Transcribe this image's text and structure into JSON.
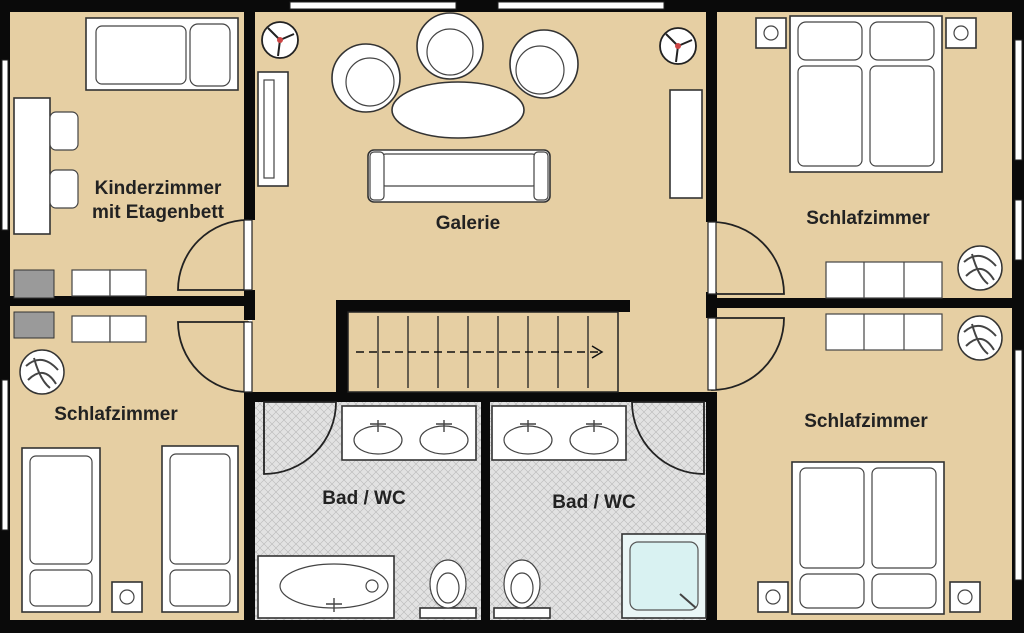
{
  "rooms": {
    "kinderzimmer": {
      "line1": "Kinderzimmer",
      "line2": "mit Etagenbett"
    },
    "galerie": {
      "label": "Galerie"
    },
    "schlafzimmer_ne": {
      "label": "Schlafzimmer"
    },
    "schlafzimmer_sw": {
      "label": "Schlafzimmer"
    },
    "schlafzimmer_se": {
      "label": "Schlafzimmer"
    },
    "bad_left": {
      "label": "Bad / WC"
    },
    "bad_right": {
      "label": "Bad / WC"
    }
  },
  "colors": {
    "floor": "#e6cfa3",
    "wall": "#0a0a0a",
    "furniture": "#ffffff",
    "bath_tile": "#d8d8d8",
    "grey_cabinet": "#9a9a9a"
  }
}
